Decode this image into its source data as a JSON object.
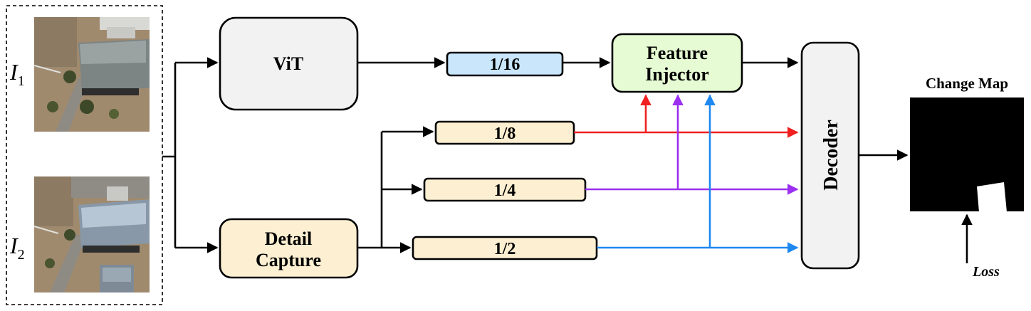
{
  "inputs": {
    "i1_letter": "I",
    "i1_sub": "1",
    "i2_letter": "I",
    "i2_sub": "2"
  },
  "nodes": {
    "vit": "ViT",
    "detail_line1": "Detail",
    "detail_line2": "Capture",
    "feature_line1": "Feature",
    "feature_line2": "Injector",
    "decoder": "Decoder"
  },
  "features": {
    "f16": "1/16",
    "f8": "1/8",
    "f4": "1/4",
    "f2": "1/2"
  },
  "output": {
    "title": "Change Map",
    "loss": "Loss"
  },
  "colors": {
    "vit_fill": "#f2f2f2",
    "detail_fill": "#fdf0d2",
    "feature_fill": "#e6fbd3",
    "decoder_fill": "#f2f2f2",
    "f16_fill": "#c9e6fa",
    "scale_fill": "#fdf0d2",
    "red": "#f02020",
    "purple": "#9b30f0",
    "blue": "#1e88f0"
  },
  "icons": {
    "image1": "aerial-photo-before",
    "image2": "aerial-photo-after"
  }
}
